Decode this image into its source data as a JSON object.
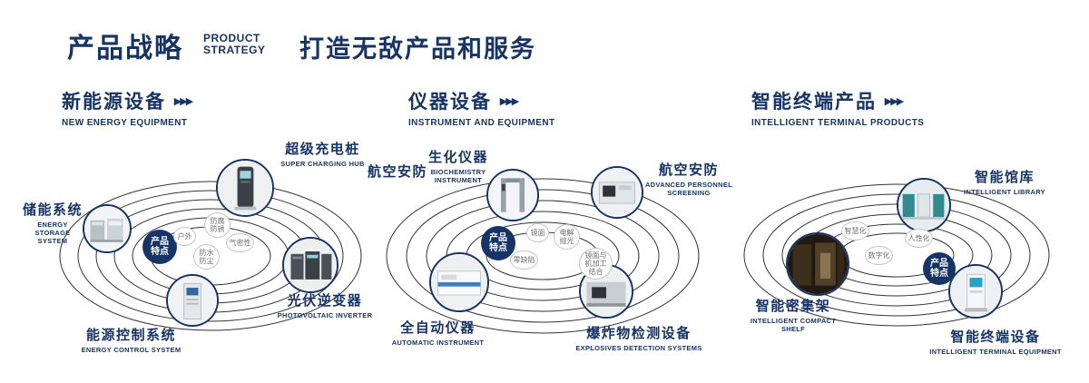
{
  "header": {
    "title_cn": "产品战略",
    "title_en": "PRODUCT STRATEGY",
    "slogan": "打造无敌产品和服务"
  },
  "sections": [
    {
      "title_cn": "新能源设备",
      "title_en": "NEW ENERGY EQUIPMENT",
      "arrow_icon": "▸▸▸",
      "center_badge": "产品特点",
      "features": [
        "户外",
        "防腐防锈",
        "气密性",
        "防水防尘"
      ],
      "products": [
        {
          "name_cn": "储能系统",
          "name_en": "ENERGY STORAGE SYSTEM"
        },
        {
          "name_cn": "超级充电桩",
          "name_en": "SUPER CHARGING HUB"
        },
        {
          "name_cn": "能源控制系统",
          "name_en": "ENERGY CONTROL SYSTEM"
        },
        {
          "name_cn": "光伏逆变器",
          "name_en": "PHOTOVOLTAIC INVERTER"
        }
      ]
    },
    {
      "title_cn": "仪器设备",
      "title_en": "INSTRUMENT AND EQUIPMENT",
      "arrow_icon": "▸▸▸",
      "center_badge": "产品特点",
      "features": [
        "镜面",
        "电解抛光",
        "零缺陷",
        "镜面与机加工结合"
      ],
      "products": [
        {
          "name_cn": "航空安防",
          "name_en": ""
        },
        {
          "name_cn": "生化仪器",
          "name_en": "BIOCHEMISTRY INSTRUMENT"
        },
        {
          "name_cn": "航空安防",
          "name_en": "ADVANCED PERSONNEL SCREENING"
        },
        {
          "name_cn": "全自动仪器",
          "name_en": "AUTOMATIC INSTRUMENT"
        },
        {
          "name_cn": "爆炸物检测设备",
          "name_en": "EXPLOSIVES DETECTION SYSTEMS"
        }
      ]
    },
    {
      "title_cn": "智能终端产品",
      "title_en": "INTELLIGENT TERMINAL PRODUCTS",
      "arrow_icon": "▸▸▸",
      "center_badge": "产品特点",
      "features": [
        "智慧化",
        "人性化",
        "数字化"
      ],
      "products": [
        {
          "name_cn": "智能馆库",
          "name_en": "INTELLIGENT LIBRARY"
        },
        {
          "name_cn": "智能密集架",
          "name_en": "INTELLIGENT COMPACT SHELF"
        },
        {
          "name_cn": "智能终端设备",
          "name_en": "INTELLIGENT TERMINAL EQUIPMENT"
        }
      ]
    }
  ],
  "colors": {
    "navy": "#173468",
    "ring": "#333333",
    "bubble_text": "#707070"
  }
}
